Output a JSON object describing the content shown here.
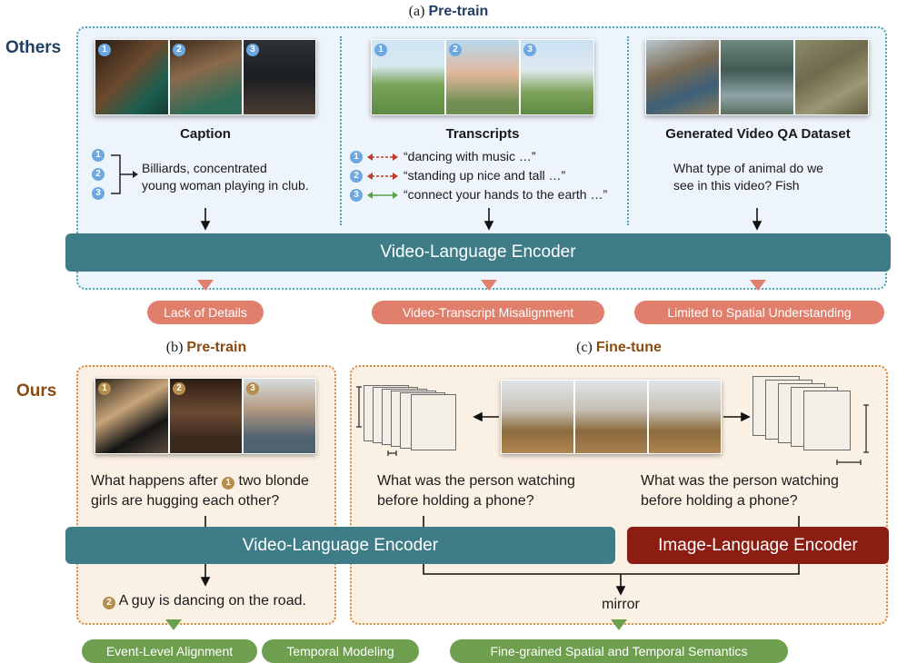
{
  "pretrain_top": {
    "prefix": "(a)",
    "title": "Pre-train"
  },
  "others_label": "Others",
  "ours_label": "Ours",
  "caption_col": {
    "title": "Caption",
    "numbers": [
      "1",
      "2",
      "3"
    ],
    "text_line1": "Billiards, concentrated",
    "text_line2": "young woman playing in club."
  },
  "transcripts_col": {
    "title": "Transcripts",
    "numbers": [
      "1",
      "2",
      "3"
    ],
    "lines": [
      "“dancing with music …”",
      "“standing up nice and tall …”",
      "“connect your hands to the earth …”"
    ]
  },
  "qa_col": {
    "title": "Generated Video QA Dataset",
    "text_line1": "What type of animal do we",
    "text_line2": "see in this video? Fish"
  },
  "top_encoder": "Video-Language Encoder",
  "issues": [
    "Lack of Details",
    "Video-Transcript Misalignment",
    "Limited to Spatial Understanding"
  ],
  "pretrain_b": {
    "prefix": "(b)",
    "title": "Pre-train"
  },
  "finetune_c": {
    "prefix": "(c)",
    "title": "Fine-tune"
  },
  "ours_pretrain": {
    "numbers": [
      "1",
      "2",
      "3"
    ],
    "question_part1": "What happens after",
    "question_num": "1",
    "question_part2": "two blonde",
    "question_line2": "girls are hugging each other?",
    "answer_num": "2",
    "answer": "A guy is dancing on the road."
  },
  "finetune": {
    "q_left_line1": "What was the person watching",
    "q_left_line2": "before holding a phone?",
    "q_right_line1": "What was the person watching",
    "q_right_line2": "before holding a phone?",
    "mirror": "mirror"
  },
  "bottom_video_encoder": "Video-Language Encoder",
  "bottom_image_encoder": "Image-Language Encoder",
  "benefits": [
    "Event-Level Alignment",
    "Temporal Modeling",
    "Fine-grained Spatial and Temporal Semantics"
  ],
  "colors": {
    "encoder": "#3e7d88",
    "image_encoder": "#8b1d12",
    "issue": "#df7f6c",
    "benefit": "#6e9f4e",
    "others_title": "#1f3f66",
    "ours_title": "#8a4b12"
  }
}
